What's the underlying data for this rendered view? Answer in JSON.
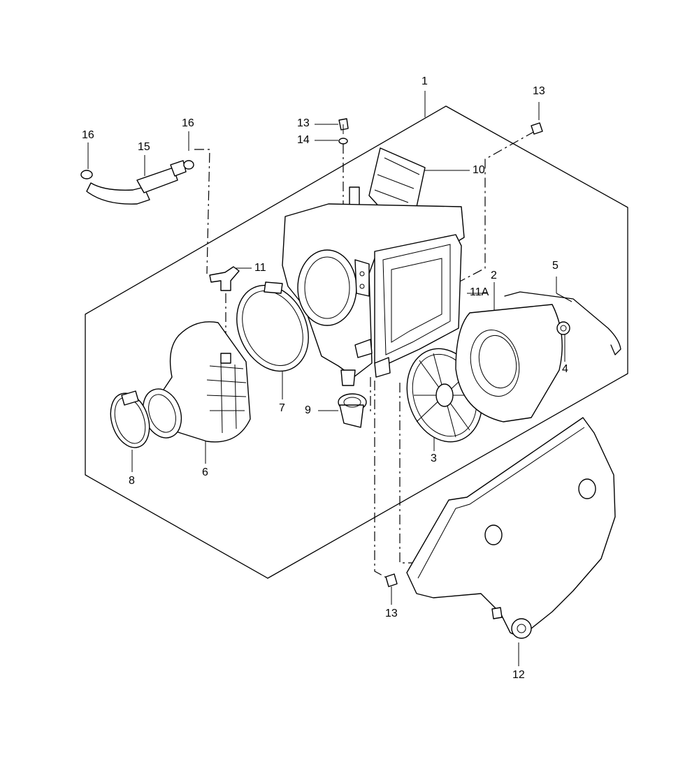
{
  "diagram": {
    "callouts": [
      {
        "id": "c1",
        "text": "1"
      },
      {
        "id": "c2",
        "text": "2"
      },
      {
        "id": "c3",
        "text": "3"
      },
      {
        "id": "c4",
        "text": "4"
      },
      {
        "id": "c5",
        "text": "5"
      },
      {
        "id": "c6",
        "text": "6"
      },
      {
        "id": "c7",
        "text": "7"
      },
      {
        "id": "c8",
        "text": "8"
      },
      {
        "id": "c9",
        "text": "9"
      },
      {
        "id": "c10",
        "text": "10"
      },
      {
        "id": "c11",
        "text": "11"
      },
      {
        "id": "c11a",
        "text": "11A"
      },
      {
        "id": "c12",
        "text": "12"
      },
      {
        "id": "c13a",
        "text": "13"
      },
      {
        "id": "c13b",
        "text": "13"
      },
      {
        "id": "c13c",
        "text": "13"
      },
      {
        "id": "c14",
        "text": "14"
      },
      {
        "id": "c15",
        "text": "15"
      },
      {
        "id": "c16a",
        "text": "16"
      },
      {
        "id": "c16b",
        "text": "16"
      }
    ]
  }
}
